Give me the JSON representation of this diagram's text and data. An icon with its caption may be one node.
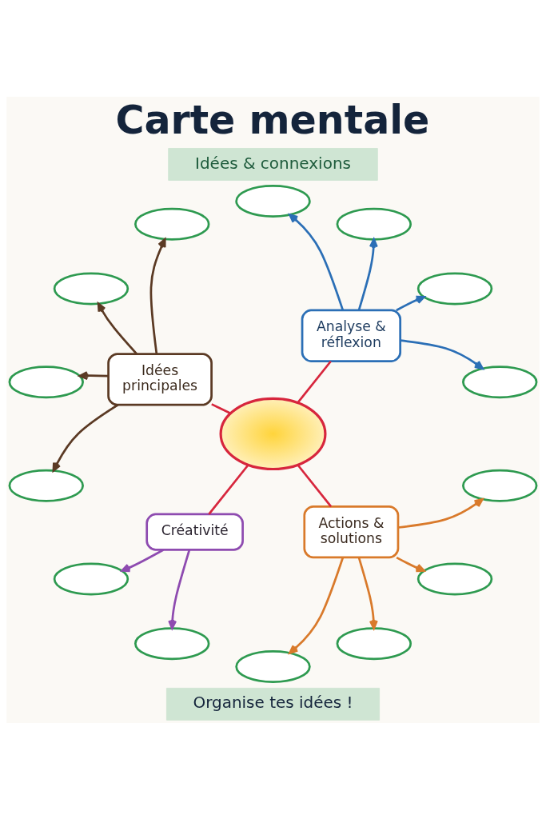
{
  "diagram": {
    "title": "Carte mentale",
    "nodes": [
      {
        "text": [
          "Idées & connexions"
        ]
      },
      {
        "text": [],
        "shape": "ellipse"
      },
      {
        "text": [],
        "shape": "ellipse"
      },
      {
        "text": [],
        "shape": "ellipse"
      },
      {
        "text": [],
        "shape": "ellipse"
      },
      {
        "text": [],
        "shape": "ellipse"
      },
      {
        "text": [
          "Idées principales"
        ]
      },
      {
        "text": [
          "Analyse & réflexion"
        ]
      },
      {
        "text": [],
        "shape": "ellipse"
      },
      {
        "text": [],
        "shape": "ellipse"
      },
      {
        "text": [],
        "shape": "ellipse"
      },
      {
        "text": [],
        "shape": "ellipse"
      },
      {
        "text": [],
        "shape": "ellipse"
      },
      {
        "text": [],
        "shape": "ellipse"
      },
      {
        "text": [
          "Actions & solutions"
        ]
      },
      {
        "text": [
          "Créativité"
        ]
      },
      {
        "text": [],
        "shape": "ellipse"
      },
      {
        "text": [],
        "shape": "ellipse"
      },
      {
        "text": [],
        "shape": "ellipse"
      },
      {
        "text": [],
        "shape": "ellipse"
      },
      {
        "text": [
          "Organise tes idées !"
        ]
      }
    ],
    "edges": [
      {
        "from": 11,
        "to": 6,
        "arrow": "none",
        "color": "#d7263d"
      },
      {
        "from": 11,
        "to": 7,
        "arrow": "none",
        "color": "#d7263d"
      },
      {
        "from": 11,
        "to": 15,
        "arrow": "none",
        "color": "#d7263d"
      },
      {
        "from": 11,
        "to": 14,
        "arrow": "none",
        "color": "#d7263d"
      },
      {
        "from": 6,
        "to": 1,
        "arrow": "to",
        "color": "#5b3a24"
      },
      {
        "from": 6,
        "to": 2,
        "arrow": "to",
        "color": "#5b3a24"
      },
      {
        "from": 6,
        "to": 5,
        "arrow": "to",
        "color": "#5b3a24"
      },
      {
        "from": 6,
        "to": 9,
        "arrow": "to",
        "color": "#5b3a24"
      },
      {
        "from": 7,
        "to": 3,
        "arrow": "to",
        "color": "#2b6fb6"
      },
      {
        "from": 7,
        "to": 4,
        "arrow": "to",
        "color": "#2b6fb6"
      },
      {
        "from": 7,
        "to": 8,
        "arrow": "to",
        "color": "#2b6fb6"
      },
      {
        "from": 7,
        "to": 10,
        "arrow": "to",
        "color": "#2b6fb6"
      },
      {
        "from": 15,
        "to": 13,
        "arrow": "to",
        "color": "#8e4bb0"
      },
      {
        "from": 15,
        "to": 18,
        "arrow": "to",
        "color": "#8e4bb0"
      },
      {
        "from": 14,
        "to": 12,
        "arrow": "to",
        "color": "#d97a2b"
      },
      {
        "from": 14,
        "to": 16,
        "arrow": "to",
        "color": "#d97a2b"
      },
      {
        "from": 14,
        "to": 19,
        "arrow": "to",
        "color": "#d97a2b"
      },
      {
        "from": 14,
        "to": 17,
        "arrow": "to",
        "color": "#d97a2b"
      }
    ]
  }
}
